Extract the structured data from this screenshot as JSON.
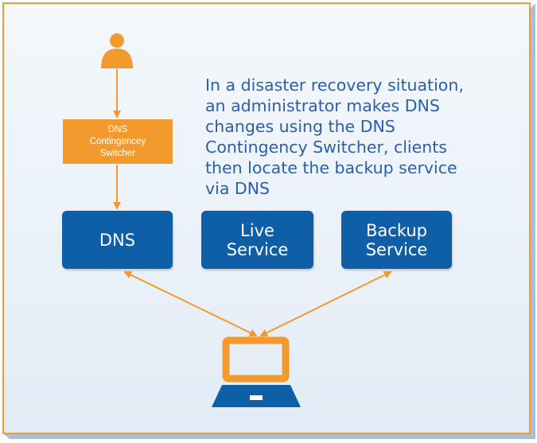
{
  "description_text": "In a disaster recovery situation, an administrator makes DNS changes using the DNS Contingency Switcher, clients then locate the backup service via DNS",
  "switcher": {
    "lines": [
      "DNS",
      "Contingencey",
      "Switcher"
    ]
  },
  "nodes": {
    "dns": "DNS",
    "live": [
      "Live",
      "Service"
    ],
    "backup": [
      "Backup",
      "Service"
    ]
  },
  "icons": {
    "administrator": "person-icon",
    "client": "laptop-icon"
  },
  "colors": {
    "orange": "#f39a2e",
    "blue": "#0f5ea8",
    "text_blue": "#2a5faa",
    "panel_bg": "#e9f1f8"
  }
}
